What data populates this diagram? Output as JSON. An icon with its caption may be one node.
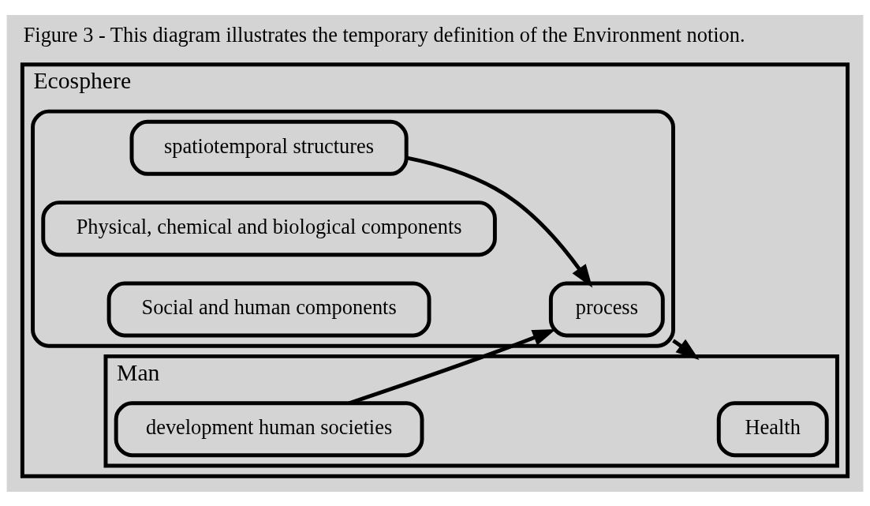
{
  "diagram": {
    "caption": "Figure 3 - This diagram illustrates the temporary definition of the Environment notion.",
    "nodes": [
      {
        "text": [
          "Ecosphere"
        ]
      },
      {
        "text": [],
        "shape": "box",
        "in": 0
      },
      {
        "text": [
          "process"
        ],
        "in": 1
      },
      {
        "text": [
          "spatiotemporal structures"
        ],
        "in": 1
      },
      {
        "text": [
          "Physical, chemical and biological components"
        ],
        "in": 1
      },
      {
        "text": [
          "Social and human components"
        ],
        "in": 1
      },
      {
        "text": [
          "Man"
        ],
        "in": 0
      },
      {
        "text": [
          "Health"
        ],
        "in": 6
      },
      {
        "text": [
          "development human societies"
        ],
        "in": 6
      }
    ],
    "edges": [
      {
        "from": 3,
        "to": 2,
        "arrow": "to"
      },
      {
        "from": 1,
        "to": 6,
        "arrow": "to"
      },
      {
        "from": 8,
        "to": 2,
        "arrow": "to"
      }
    ]
  }
}
